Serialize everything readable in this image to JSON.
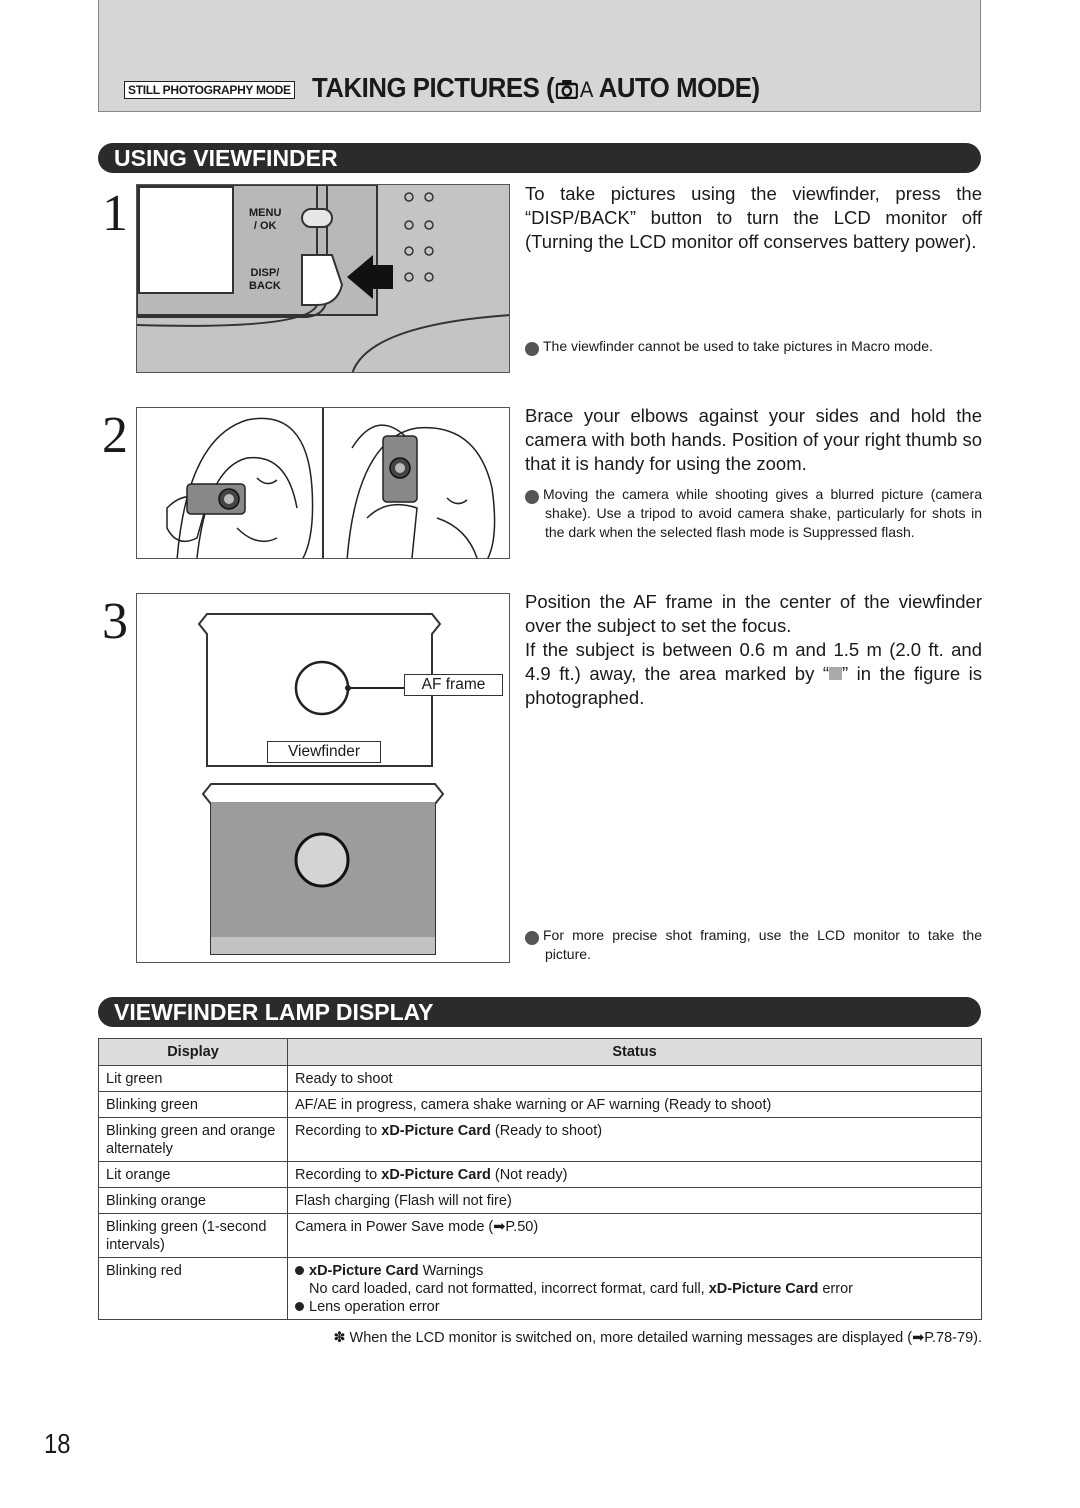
{
  "header": {
    "mode_tag": "STILL PHOTOGRAPHY MODE",
    "title_prefix": "TAKING PICTURES (",
    "title_icon": "camera-icon",
    "title_mode_letter": "A",
    "title_suffix": " AUTO MODE)"
  },
  "section1": {
    "title": "USING VIEWFINDER",
    "steps": [
      {
        "number": "1",
        "figure": {
          "button_menu": "MENU\n/ OK",
          "button_disp": "DISP/\nBACK"
        },
        "text": "To take pictures using the viewfinder, press the “DISP/BACK” button to turn the LCD monitor off (Turning the LCD monitor off conserves battery power).",
        "note": "The viewfinder cannot be used to take pictures in Macro mode."
      },
      {
        "number": "2",
        "text": "Brace your elbows against your sides and hold the camera with both hands. Position of your right thumb so that it is handy for using the zoom.",
        "note": "Moving the camera while shooting gives a blurred picture (camera shake). Use a tripod to avoid camera shake, particularly for shots in the dark when the selected flash mode is Suppressed flash."
      },
      {
        "number": "3",
        "figure": {
          "af_label": "AF frame",
          "viewfinder_label": "Viewfinder"
        },
        "text_line1": "Position the AF frame in the center of the viewfinder over the subject to set the focus.",
        "text_line2_a": "If the subject is between 0.6 m and 1.5 m (2.0 ft. and 4.9 ft.) away, the area marked by “",
        "text_line2_b": "” in the figure is photographed.",
        "note": "For more precise shot framing, use the LCD monitor to take the picture."
      }
    ]
  },
  "section2": {
    "title": "VIEWFINDER LAMP DISPLAY",
    "table": {
      "headers": [
        "Display",
        "Status"
      ],
      "rows": [
        {
          "display": "Lit green",
          "status": "Ready to shoot"
        },
        {
          "display": "Blinking green",
          "status": "AF/AE in progress, camera shake warning or AF warning (Ready to shoot)"
        },
        {
          "display": "Blinking green and orange alternately",
          "status_pre": "Recording to ",
          "status_bold": "xD-Picture Card",
          "status_post": " (Ready to shoot)"
        },
        {
          "display": "Lit orange",
          "status_pre": "Recording to ",
          "status_bold": "xD-Picture Card",
          "status_post": " (Not ready)"
        },
        {
          "display": "Blinking orange",
          "status": "Flash charging (Flash will not fire)"
        },
        {
          "display": "Blinking green (1-second intervals)",
          "status": "Camera in Power Save mode (➡P.50)"
        },
        {
          "display": "Blinking red",
          "status_l1_bold": "xD-Picture Card",
          "status_l1_post": " Warnings",
          "status_l2_pre": "No card loaded, card not formatted, incorrect format, card full, ",
          "status_l2_bold": "xD-Picture Card",
          "status_l2_post": " error",
          "status_l3": "Lens operation error"
        }
      ]
    },
    "footnote": "✽ When the LCD monitor is switched on, more detailed warning messages are displayed (➡P.78-79)."
  },
  "page_number": "18"
}
